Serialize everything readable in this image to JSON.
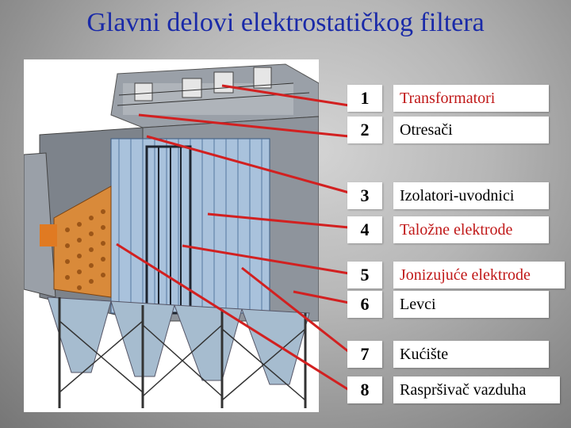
{
  "title": "Glavni delovi elektrostatičkog filtera",
  "colors": {
    "title": "#1a2aa8",
    "label_red": "#c01818",
    "leader_line": "#d22020"
  },
  "parts": [
    {
      "number": "1",
      "label": "Transformatori",
      "color": "red"
    },
    {
      "number": "2",
      "label": "Otresači",
      "color": "black"
    },
    {
      "number": "3",
      "label": "Izolatori-uvodnici",
      "color": "black"
    },
    {
      "number": "4",
      "label": "Taložne elektrode",
      "color": "red"
    },
    {
      "number": "5",
      "label": "Jonizujuće elektrode",
      "color": "red"
    },
    {
      "number": "6",
      "label": "Levci",
      "color": "black"
    },
    {
      "number": "7",
      "label": "Kućište",
      "color": "black"
    },
    {
      "number": "8",
      "label": "Raspršivač vazduha",
      "color": "black"
    }
  ]
}
